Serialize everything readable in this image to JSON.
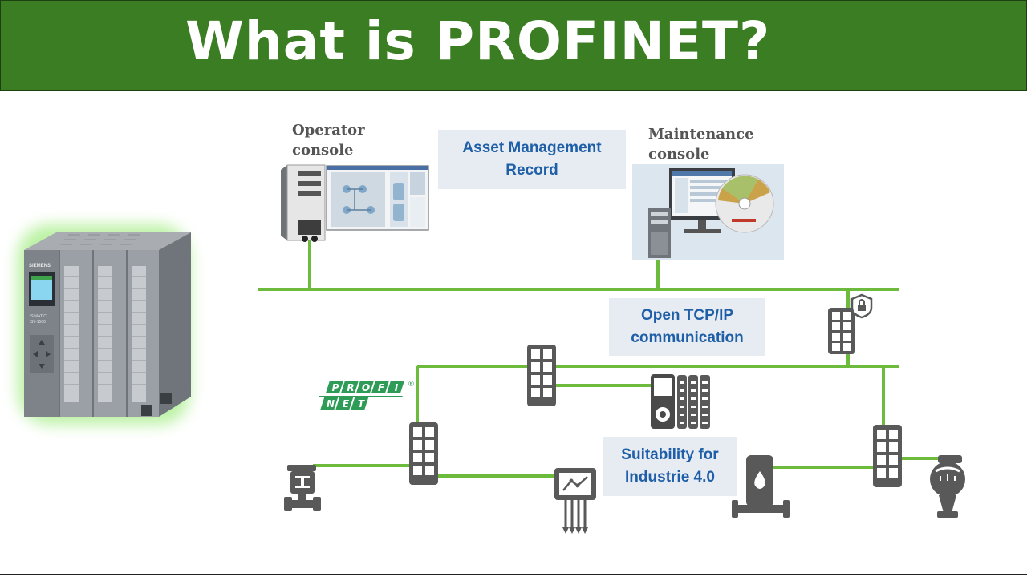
{
  "title": "What is PROFINET?",
  "operator_console": {
    "line1": "Operator",
    "line2": "console"
  },
  "maintenance_console": {
    "line1": "Maintenance",
    "line2": "console"
  },
  "asset_management": {
    "line1": "Asset Management",
    "line2": "Record"
  },
  "open_tcp": {
    "line1": "Open TCP/IP",
    "line2": "communication"
  },
  "industrie": {
    "line1": "Suitability for",
    "line2": "Industrie 4.0"
  },
  "plc": {
    "brand": "SIEMENS",
    "model_line1": "SIMATIC",
    "model_line2": "S7-1500"
  },
  "profinet_logo": {
    "row1": [
      "P",
      "R",
      "O",
      "F",
      "I"
    ],
    "row2": [
      "N",
      "E",
      "T"
    ],
    "registered": "®"
  },
  "colors": {
    "banner": "#3b7d23",
    "line": "#6cbb3c",
    "switch": "#595959",
    "info_text": "#1f5fa8",
    "info_bg": "#e6ecf2"
  },
  "icons": [
    "plc-icon",
    "operator-console-icon",
    "maintenance-console-icon",
    "switch-icon",
    "security-lock-icon",
    "io-module-icon",
    "valve-icon",
    "analyzer-icon",
    "pump-icon",
    "flowmeter-icon",
    "profinet-logo"
  ]
}
